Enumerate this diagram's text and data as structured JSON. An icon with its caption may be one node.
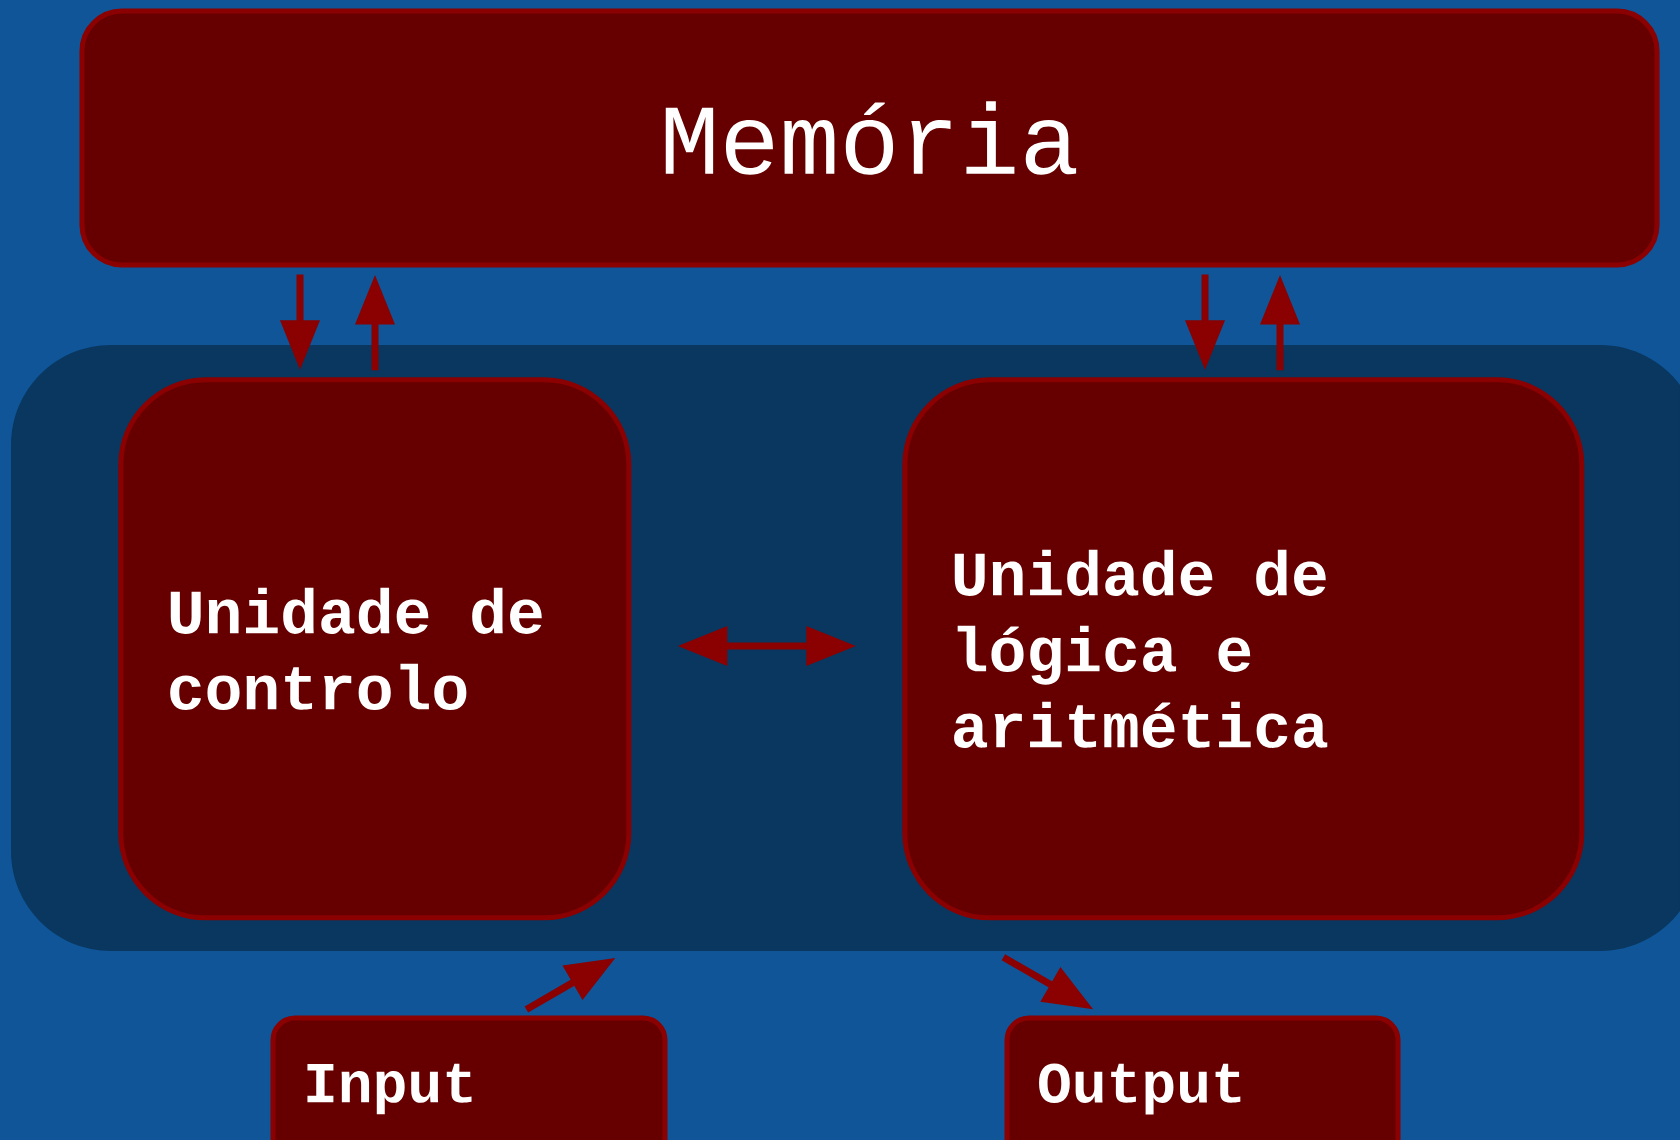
{
  "diagram": {
    "nodes": [
      {
        "text": [
          "Memória"
        ]
      },
      {
        "text": [],
        "shape": "box"
      },
      {
        "text": [
          "Unidade de controlo"
        ],
        "in": 1
      },
      {
        "text": [
          "Unidade de lógica e aritmética"
        ],
        "in": 1
      },
      {
        "text": [
          "Input"
        ]
      },
      {
        "text": [
          "Output"
        ]
      }
    ],
    "edges": [
      {
        "from": 0,
        "to": 2,
        "arrow": "to"
      },
      {
        "from": 2,
        "to": 0,
        "arrow": "to"
      },
      {
        "from": 0,
        "to": 3,
        "arrow": "to"
      },
      {
        "from": 3,
        "to": 0,
        "arrow": "to"
      },
      {
        "from": 2,
        "to": 3,
        "arrow": "both"
      },
      {
        "from": 4,
        "to": 1,
        "arrow": "to"
      },
      {
        "from": 1,
        "to": 5,
        "arrow": "to"
      }
    ]
  }
}
